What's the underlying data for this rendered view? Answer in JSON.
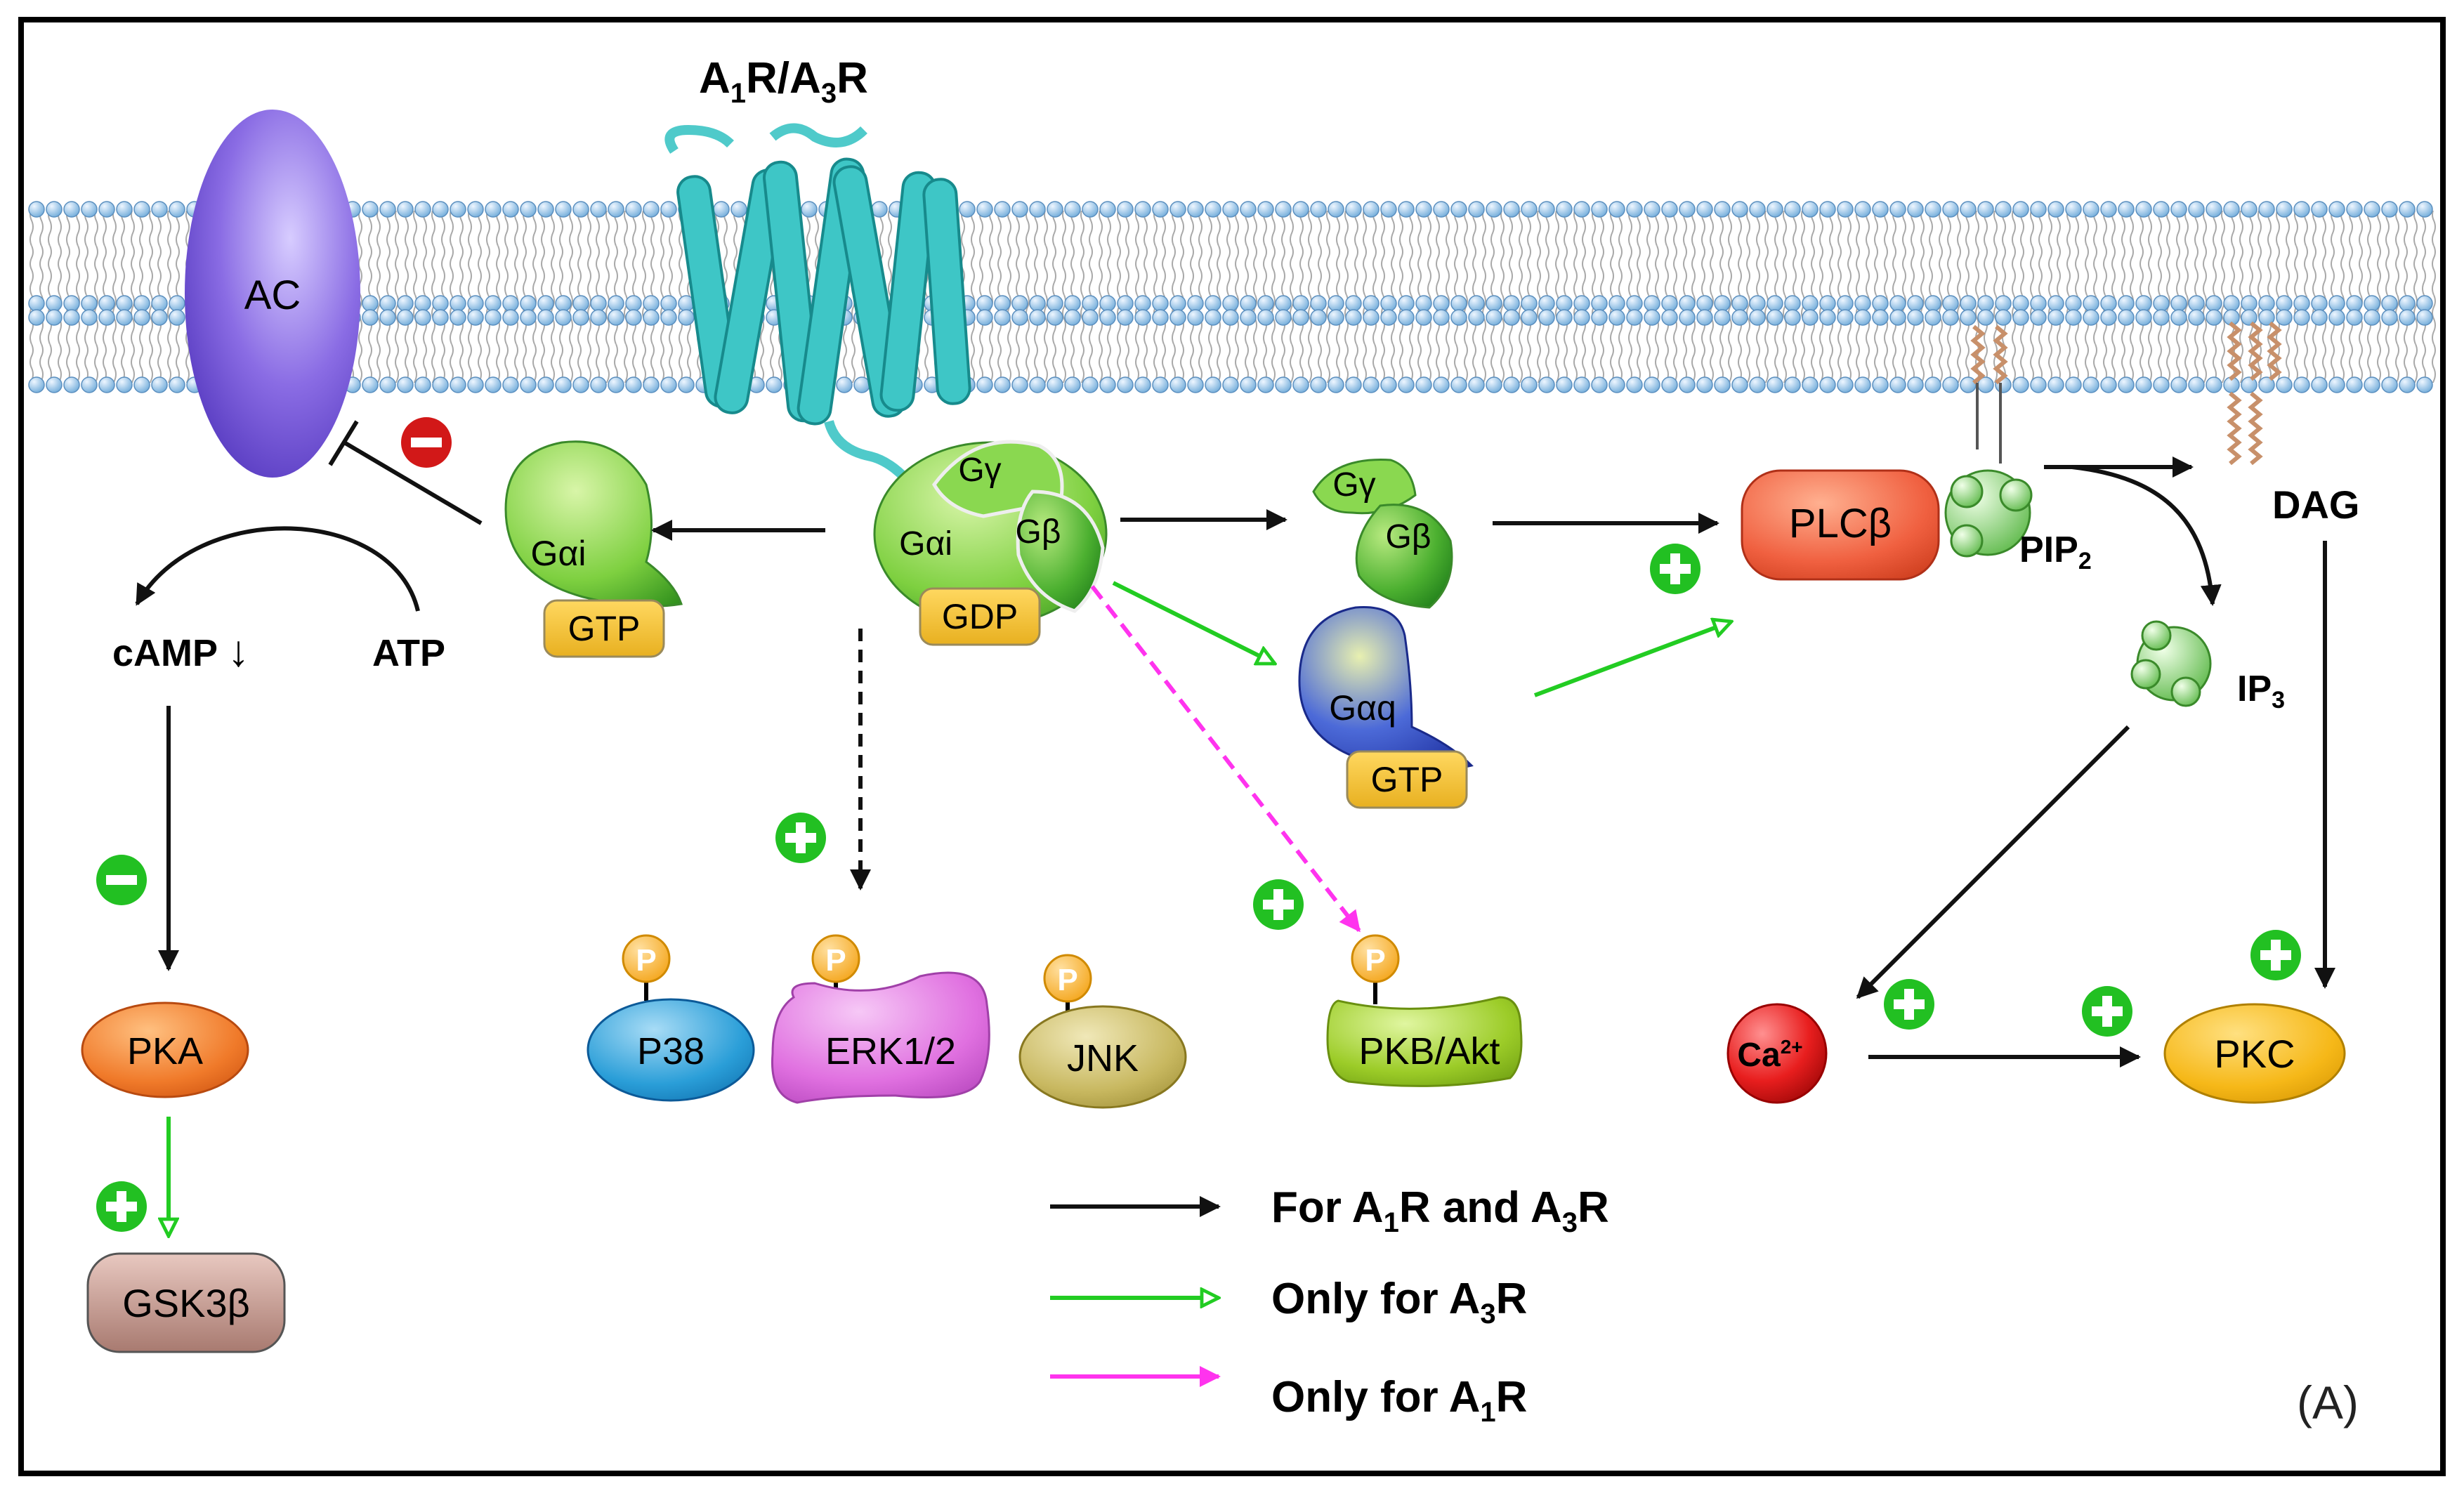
{
  "receptor": {
    "name_prefix": "A",
    "name_sub1": "1",
    "name_mid": "R/A",
    "name_sub2": "3",
    "name_suffix": "R"
  },
  "enzymes": {
    "ac": "AC",
    "plc": "PLCβ",
    "pka": "PKA",
    "gsk": "GSK3β",
    "pkc": "PKC"
  },
  "gproteins": {
    "gamma": "Gγ",
    "beta": "Gβ",
    "alpha_i": "Gαi",
    "gdp": "GDP",
    "gai_free": "Gαi",
    "gtp_i": "GTP",
    "gamma_free": "Gγ",
    "beta_free": "Gβ",
    "alpha_q": "Gαq",
    "gtp_q": "GTP"
  },
  "second_messengers": {
    "camp": "cAMP",
    "camp_arrow": "↓",
    "atp": "ATP",
    "pip2_main": "PIP",
    "pip2_sub": "2",
    "ip3_main": "IP",
    "ip3_sub": "3",
    "dag": "DAG",
    "ca_main": "Ca",
    "ca_sup": "2+"
  },
  "kinases": {
    "p38": "P38",
    "erk": "ERK1/2",
    "jnk": "JNK",
    "akt": "PKB/Akt",
    "phospho": "P"
  },
  "legend": {
    "black_pre": "For A",
    "black_s1": "1",
    "black_mid": "R and A",
    "black_s2": "3",
    "black_post": "R",
    "green_pre": "Only for A",
    "green_s": "3",
    "green_post": "R",
    "magenta_pre": "Only for A",
    "magenta_s": "1",
    "magenta_post": "R"
  },
  "panel_label": "(A)",
  "colors": {
    "black_arrow": "#111111",
    "green_arrow": "#22cc22",
    "magenta_arrow": "#ff33ee",
    "membrane_head": "#8fc3e6",
    "ac": "#7a5ad8",
    "gprotein": "#7ed040",
    "gtp": "#f2c23a",
    "plc": "#f06040",
    "pka": "#f07a2a",
    "gsk": "#b68a80",
    "pkc": "#f6b818",
    "ca": "#e81e1e",
    "p38": "#2a9ed8",
    "erk": "#e070e0",
    "jnk": "#c8b860",
    "akt": "#9ccc28",
    "phospho": "#f4a418"
  }
}
